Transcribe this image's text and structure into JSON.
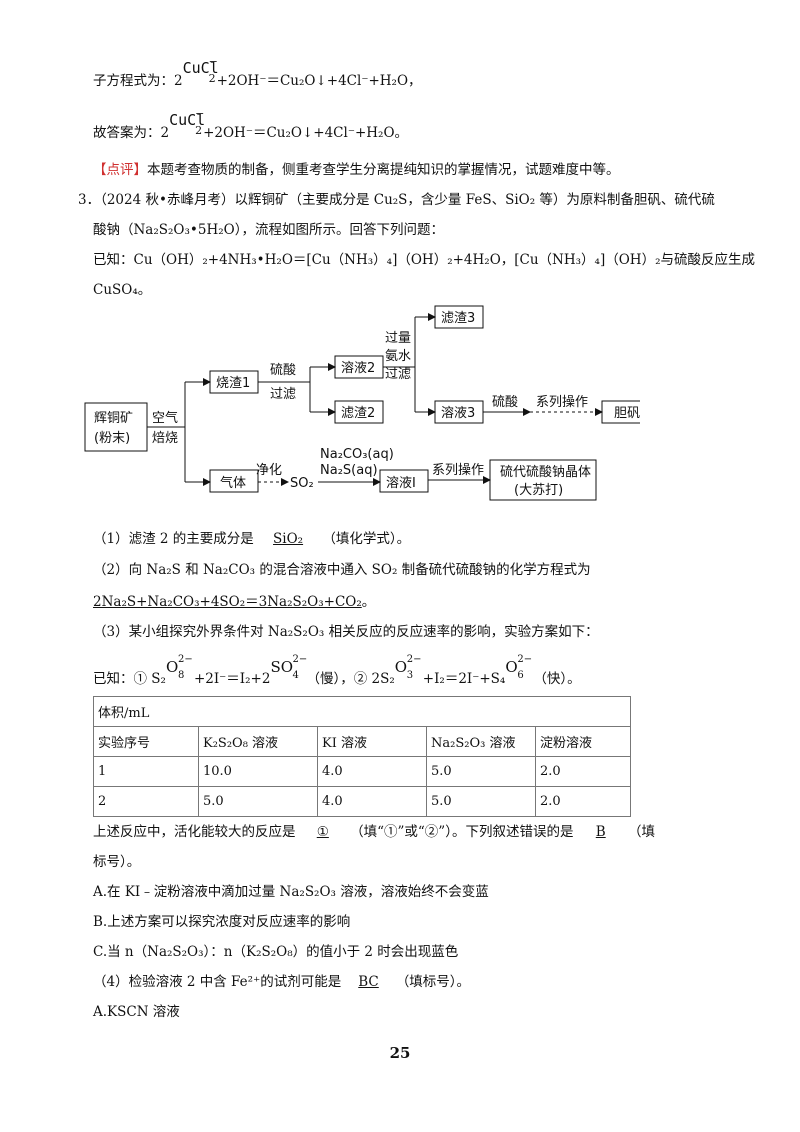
{
  "line1": {
    "prefix": "子方程式为：2",
    "ion": "CuCl",
    "ion_sup": "−",
    "ion_sub": "2",
    "rest": "+2OH⁻＝Cu₂O↓+4Cl⁻+H₂O，"
  },
  "line2": {
    "prefix": "故答案为：2",
    "ion": "CuCl",
    "ion_sup": "−",
    "ion_sub": "2",
    "rest": "+2OH⁻＝Cu₂O↓+4Cl⁻+H₂O。"
  },
  "comment": {
    "tag": "【点评】",
    "text": "本题考查物质的制备，侧重考查学生分离提纯知识的掌握情况，试题难度中等。"
  },
  "q3": {
    "intro1": "3．（2024 秋•赤峰月考）以辉铜矿（主要成分是 Cu₂S，含少量 FeS、SiO₂ 等）为原料制备胆矾、硫代硫",
    "intro2": "酸钠（Na₂S₂O₃•5H₂O），流程如图所示。回答下列问题：",
    "known1": "已知：Cu（OH）₂+4NH₃•H₂O＝[Cu（NH₃）₄]（OH）₂+4H₂O，[Cu（NH₃）₄]（OH）₂与硫酸反应生成",
    "known2": "CuSO₄。"
  },
  "flow": {
    "ore": "辉铜矿",
    "ore2": "(粉末)",
    "air": "空气",
    "roast": "焙烧",
    "slag1": "烧渣1",
    "acid": "硫酸",
    "filter": "过滤",
    "sol2": "溶液2",
    "slag2": "滤渣2",
    "excess": "过量",
    "ammonia": "氨水",
    "filter2": "过滤",
    "slag3": "滤渣3",
    "sol3": "溶液3",
    "acid2": "硫酸",
    "ops": "系列操作",
    "alum": "胆矾",
    "gas": "气体",
    "purify": "净化",
    "so2": "SO₂",
    "reag1": "Na₂CO₃(aq)",
    "reag2": "Na₂S(aq)",
    "sol1": "溶液I",
    "ops2": "系列操作",
    "prod1": "硫代硫酸钠晶体",
    "prod2": "(大苏打)"
  },
  "q1": {
    "text": "（1）滤渣 2 的主要成分是",
    "answer": "SiO₂",
    "tail": "（填化学式）。"
  },
  "q2": {
    "text": "（2）向 Na₂S 和 Na₂CO₃ 的混合溶液中通入 SO₂ 制备硫代硫酸钠的化学方程式为",
    "answer": "2Na₂S+Na₂CO₃+4SO₂＝3Na₂S₂O₃+CO₂",
    "tail": "。"
  },
  "q3part": {
    "text": "（3）某小组探究外界条件对 Na₂S₂O₃ 相关反应的反应速率的影响，实验方案如下："
  },
  "known3": {
    "p1": "已知：① S₂",
    "ion1_sup": "2−",
    "ion1_sub": "8",
    "ion1": "O",
    "p2": "+2I⁻＝I₂+2",
    "ion2": "SO",
    "ion2_sup": "2−",
    "ion2_sub": "4",
    "p3": "（慢），② 2S₂",
    "ion3": "O",
    "ion3_sup": "2−",
    "ion3_sub": "3",
    "p4": "+I₂＝2I⁻+S₄",
    "ion4": "O",
    "ion4_sup": "2−",
    "ion4_sub": "6",
    "p5": "（快）。"
  },
  "table": {
    "header": "体积/mL",
    "cols": [
      "实验序号",
      "K₂S₂O₈ 溶液",
      "KI 溶液",
      "Na₂S₂O₃ 溶液",
      "淀粉溶液"
    ],
    "rows": [
      [
        "1",
        "10.0",
        "4.0",
        "5.0",
        "2.0"
      ],
      [
        "2",
        "5.0",
        "4.0",
        "5.0",
        "2.0"
      ]
    ]
  },
  "q3a": {
    "t1": "上述反应中，活化能较大的反应是",
    "a1": "①",
    "t2": "（填“①”或“②”）。下列叙述错误的是",
    "a2": "B",
    "t3": "（填",
    "t4": "标号）。"
  },
  "options": [
    "A.在 KI﹣淀粉溶液中滴加过量 Na₂S₂O₃ 溶液，溶液始终不会变蓝",
    "B.上述方案可以探究浓度对反应速率的影响",
    "C.当 n（Na₂S₂O₃）：n（K₂S₂O₈）的值小于 2 时会出现蓝色"
  ],
  "q4": {
    "text": "（4）检验溶液 2 中含 Fe²⁺的试剂可能是",
    "answer": "BC",
    "tail": "（填标号）。"
  },
  "optA": "A.KSCN 溶液",
  "page": "25"
}
